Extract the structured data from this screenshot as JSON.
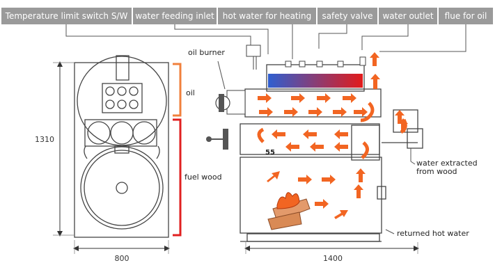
{
  "header_tabs": [
    {
      "label": "Temperature limit switch S/W"
    },
    {
      "label": "water feeding inlet"
    },
    {
      "label": "hot water for heating"
    },
    {
      "label": "safety valve"
    },
    {
      "label": "water outlet"
    },
    {
      "label": "flue for oil"
    }
  ],
  "labels": {
    "oil_burner": "oil burner",
    "oil": "oil",
    "fuel_wood": "fuel wood",
    "water_extracted_1": "water extracted",
    "water_extracted_2": "from wood",
    "returned_hot_water": "returned hot water",
    "part_55": "55"
  },
  "dimensions": {
    "height": "1310",
    "width_front": "800",
    "width_side": "1400"
  },
  "colors": {
    "tab_bg": "#9a9a9a",
    "arrow": "#f26522",
    "bracket_oil": "#f0803c",
    "bracket_wood": "#e02020",
    "water_cold": "#2f5fd0",
    "water_hot": "#e21b1b",
    "outline": "#444444"
  }
}
